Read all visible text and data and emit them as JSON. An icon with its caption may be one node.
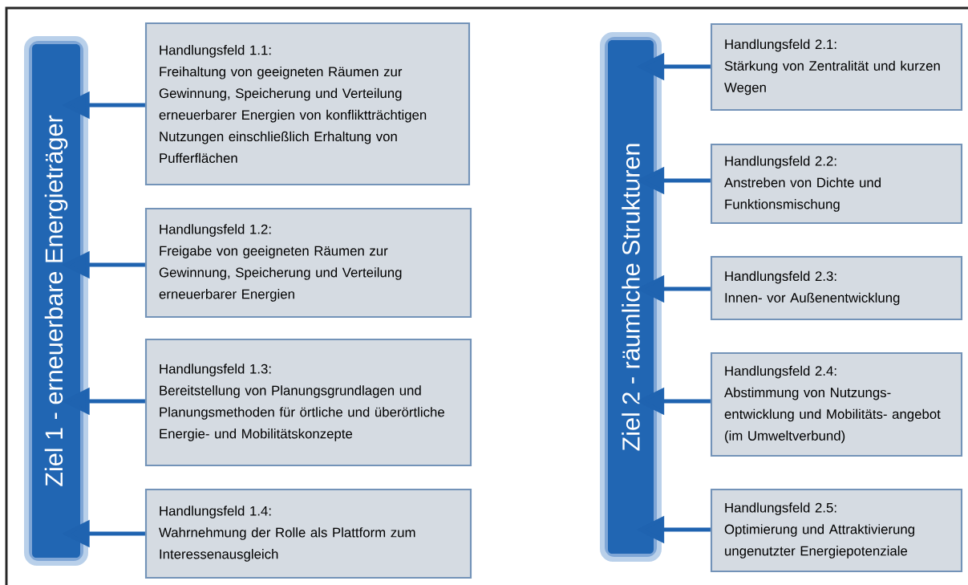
{
  "diagram": {
    "nodes": [
      {
        "text": [
          "Ziel 1 - erneuerbare Energieträger"
        ]
      },
      {
        "text": [
          "Handlungsfeld 1.1:",
          "Freihaltung von geeigneten Räumen zur Gewinnung, Speicherung und Verteilung erneuerbarer Energien von konfliktträchtigen Nutzungen einschließlich Erhaltung von Pufferflächen"
        ]
      },
      {
        "text": [
          "Handlungsfeld 1.2:",
          "Freigabe von geeigneten Räumen zur Gewinnung, Speicherung und Verteilung erneuerbarer Energien"
        ]
      },
      {
        "text": [
          "Handlungsfeld 1.3:",
          "Bereitstellung von Planungsgrundlagen und Planungsmethoden für örtliche und überörtliche Energie- und Mobilitätskonzepte"
        ]
      },
      {
        "text": [
          "Handlungsfeld 1.4:",
          "Wahrnehmung der Rolle als Plattform zum Interessenausgleich"
        ]
      },
      {
        "text": [
          "Ziel 2 - räumliche Strukturen"
        ]
      },
      {
        "text": [
          "Handlungsfeld 2.1:",
          "Stärkung von Zentralität und kurzen Wegen"
        ]
      },
      {
        "text": [
          "Handlungsfeld 2.2:",
          "Anstreben von Dichte und Funktionsmischung"
        ]
      },
      {
        "text": [
          "Handlungsfeld 2.3:",
          "Innen- vor Außenentwicklung"
        ]
      },
      {
        "text": [
          "Handlungsfeld 2.4:",
          "Abstimmung von Nutzungs- entwicklung und Mobilitäts- angebot (im Umweltverbund)"
        ]
      },
      {
        "text": [
          "Handlungsfeld 2.5:",
          "Optimierung und Attraktivierung ungenutzter Energiepotenziale"
        ]
      }
    ],
    "edges": [
      {
        "from": 1,
        "to": 0,
        "arrow": "to"
      },
      {
        "from": 2,
        "to": 0,
        "arrow": "to"
      },
      {
        "from": 3,
        "to": 0,
        "arrow": "to"
      },
      {
        "from": 4,
        "to": 0,
        "arrow": "to"
      },
      {
        "from": 6,
        "to": 5,
        "arrow": "to"
      },
      {
        "from": 7,
        "to": 5,
        "arrow": "to"
      },
      {
        "from": 8,
        "to": 5,
        "arrow": "to"
      },
      {
        "from": 9,
        "to": 5,
        "arrow": "to"
      },
      {
        "from": 10,
        "to": 5,
        "arrow": "to"
      }
    ]
  }
}
